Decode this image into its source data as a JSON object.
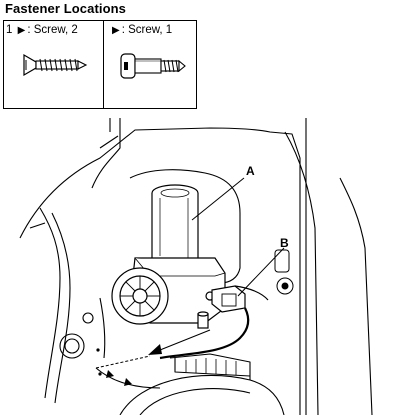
{
  "header": {
    "title": "Fastener Locations"
  },
  "legend": {
    "items": [
      {
        "prefix": "1",
        "arrow": "▶",
        "text": ": Screw, 2",
        "icon": "flat-head-screw-icon"
      },
      {
        "prefix": "",
        "arrow": "▶",
        "text": ": Screw, 1",
        "icon": "shoulder-screw-icon"
      }
    ]
  },
  "diagram": {
    "callouts": {
      "a": "A",
      "b": "B"
    }
  }
}
